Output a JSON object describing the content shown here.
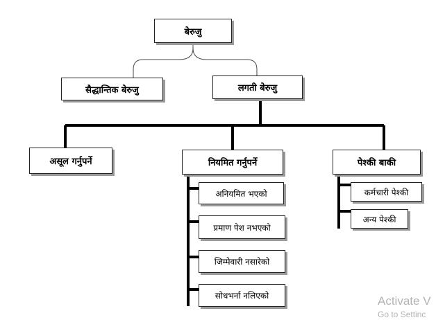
{
  "diagram": {
    "root": "बेरुजु",
    "level1": [
      "सैद्धान्तिक बेरुजु",
      "लगती बेरुजु"
    ],
    "level2": [
      "असूल गर्नुपर्ने",
      "नियमित गर्नुपर्ने",
      "पेश्की बाकी"
    ],
    "niyamit_children": [
      "अनियमित भएको",
      "प्रमाण पेश नभएको",
      "जिम्मेवारी नसारेको",
      "सोधभर्ना नलिएको"
    ],
    "peshki_children": [
      "कर्मचारी पेश्की",
      "अन्य पेश्की"
    ]
  },
  "watermark": {
    "line1": "Activate V",
    "line2": "Go to Settinc"
  }
}
